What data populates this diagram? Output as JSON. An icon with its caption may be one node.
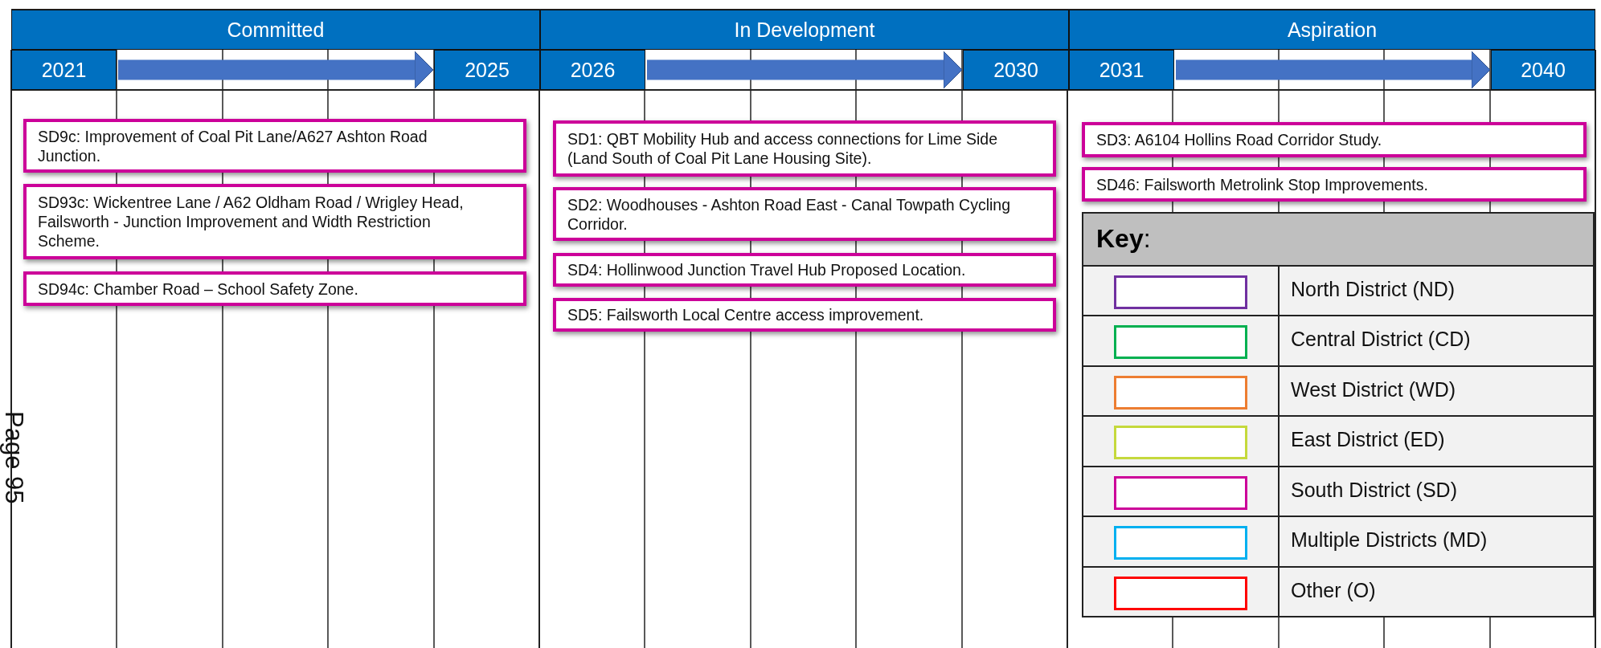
{
  "diagram": {
    "nodes": [
      {
        "text": [
          "Committed"
        ]
      },
      {
        "text": [
          "In Development"
        ]
      },
      {
        "text": [
          "Aspiration"
        ]
      },
      {
        "text": [
          "2021"
        ]
      },
      {
        "text": [
          "2025"
        ]
      },
      {
        "text": [
          "2026"
        ]
      },
      {
        "text": [
          "2030"
        ]
      },
      {
        "text": [
          "2031"
        ]
      },
      {
        "text": [
          "2040"
        ]
      },
      {
        "text": [
          "SD9c: Improvement of Coal Pit Lane/A627 Ashton Road Junction."
        ]
      },
      {
        "text": [
          "SD93c: Wickentree Lane / A62 Oldham Road / Wrigley Head, Failsworth - Junction Improvement and Width Restriction Scheme."
        ]
      },
      {
        "text": [
          "SD94c: Chamber Road – School Safety Zone."
        ]
      },
      {
        "text": [
          "SD1: QBT Mobility Hub and access connections for Lime Side (Land South of Coal Pit Lane Housing Site)."
        ]
      },
      {
        "text": [
          "SD2: Woodhouses -  Ashton Road East - Canal Towpath Cycling Corridor."
        ]
      },
      {
        "text": [
          "SD4: Hollinwood Junction Travel Hub Proposed Location."
        ]
      },
      {
        "text": [
          "SD5: Failsworth Local Centre access improvement."
        ]
      },
      {
        "text": [
          "SD3: A6104 Hollins Road Corridor Study."
        ]
      },
      {
        "text": [
          "SD46: Failsworth Metrolink Stop Improvements."
        ]
      }
    ],
    "edges": [
      {
        "from": 3,
        "to": 4,
        "arrow": "to"
      },
      {
        "from": 5,
        "to": 6,
        "arrow": "to"
      },
      {
        "from": 7,
        "to": 8,
        "arrow": "to"
      }
    ],
    "labels": [
      "**Key**:",
      "Page 95"
    ],
    "legend": [
      {
        "text": "North District (ND)",
        "color": "#7030a0"
      },
      {
        "text": "Central District (CD)",
        "color": "#00b050"
      },
      {
        "text": "West District (WD)",
        "color": "#ed7d31"
      },
      {
        "text": "East District (ED)",
        "color": "#c5d93c"
      },
      {
        "text": "South District (SD)",
        "color": "#cc0099"
      },
      {
        "text": "Multiple Districts (MD)",
        "color": "#00b0f0"
      },
      {
        "text": "Other (O)",
        "color": "#ff0000"
      }
    ]
  }
}
